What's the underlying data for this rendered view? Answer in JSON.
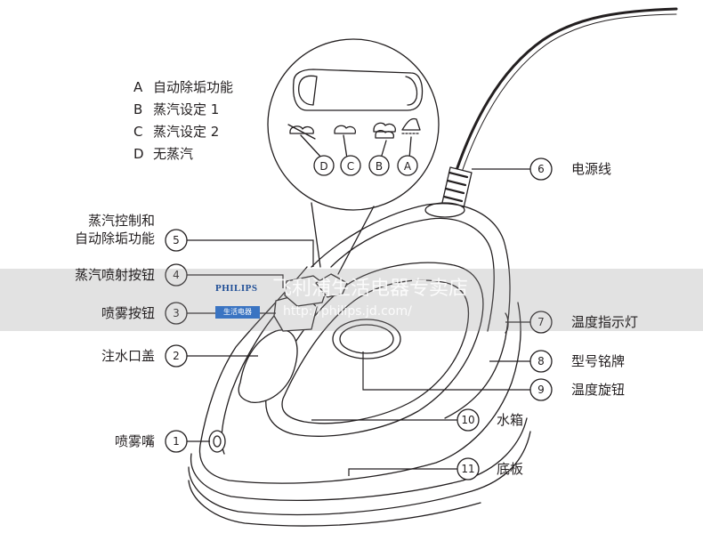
{
  "legend": [
    {
      "key": "A",
      "text": "自动除垢功能"
    },
    {
      "key": "B",
      "text": "蒸汽设定 1"
    },
    {
      "key": "C",
      "text": "蒸汽设定 2"
    },
    {
      "key": "D",
      "text": "无蒸汽"
    }
  ],
  "dial_letters": [
    "D",
    "C",
    "B",
    "A"
  ],
  "callouts": [
    {
      "num": "1",
      "label": "喷雾嘴"
    },
    {
      "num": "2",
      "label": "注水口盖"
    },
    {
      "num": "3",
      "label": "喷雾按钮"
    },
    {
      "num": "4",
      "label": "蒸汽喷射按钮"
    },
    {
      "num": "5",
      "label_line1": "蒸汽控制和",
      "label_line2": "自动除垢功能"
    },
    {
      "num": "6",
      "label": "电源线"
    },
    {
      "num": "7",
      "label": "温度指示灯"
    },
    {
      "num": "8",
      "label": "型号铭牌"
    },
    {
      "num": "9",
      "label": "温度旋钮"
    },
    {
      "num": "10",
      "label": "水箱"
    },
    {
      "num": "11",
      "label": "底板"
    }
  ],
  "watermark": {
    "brand": "PHILIPS",
    "tag": "生活电器",
    "store": "飞利浦生活电器专卖店",
    "url": "http://philips.jd.com/"
  }
}
